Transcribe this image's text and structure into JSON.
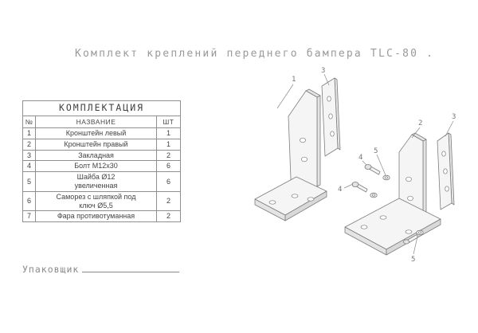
{
  "title": "Комплект креплений переднего бампера TLC-80 .",
  "table": {
    "title": "КОМПЛЕКТАЦИЯ",
    "headers": {
      "num": "№",
      "name": "НАЗВАНИЕ",
      "qty": "ШТ"
    },
    "rows": [
      {
        "num": "1",
        "name": "Кронштейн левый",
        "qty": "1"
      },
      {
        "num": "2",
        "name": "Кронштейн правый",
        "qty": "1"
      },
      {
        "num": "3",
        "name": "Закладная",
        "qty": "2"
      },
      {
        "num": "4",
        "name": "Болт М12х30",
        "qty": "6"
      },
      {
        "num": "5",
        "name": "Шайба Ø12\nувеличенная",
        "qty": "6"
      },
      {
        "num": "6",
        "name": "Саморез с шляпкой под\nключ Ø5,5",
        "qty": "2"
      },
      {
        "num": "7",
        "name": "Фара противотуманная",
        "qty": "2"
      }
    ]
  },
  "drawings": {
    "left": {
      "callouts": [
        "1",
        "3"
      ]
    },
    "right": {
      "callouts": [
        "3",
        "2",
        "5",
        "4",
        "4",
        "5"
      ]
    }
  },
  "footer": {
    "packer_label": "Упаковщик"
  },
  "colors": {
    "line": "#7d7d7d",
    "title_text": "#9a9a9a",
    "table_text": "#444444"
  }
}
